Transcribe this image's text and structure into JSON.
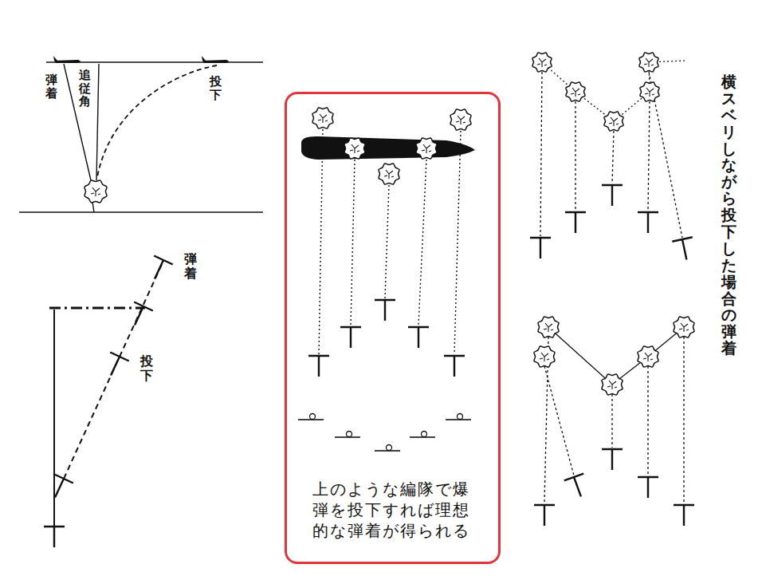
{
  "diagram": {
    "nodes": [
      {
        "text": [
          "上のような編隊で爆弾を投下すれば理想的な弾着が得られる"
        ]
      }
    ],
    "labels": [
      "弾着",
      "追従角",
      "投下",
      "弾着",
      "投下",
      "横スベリしながら投下した場合の弾着"
    ]
  }
}
